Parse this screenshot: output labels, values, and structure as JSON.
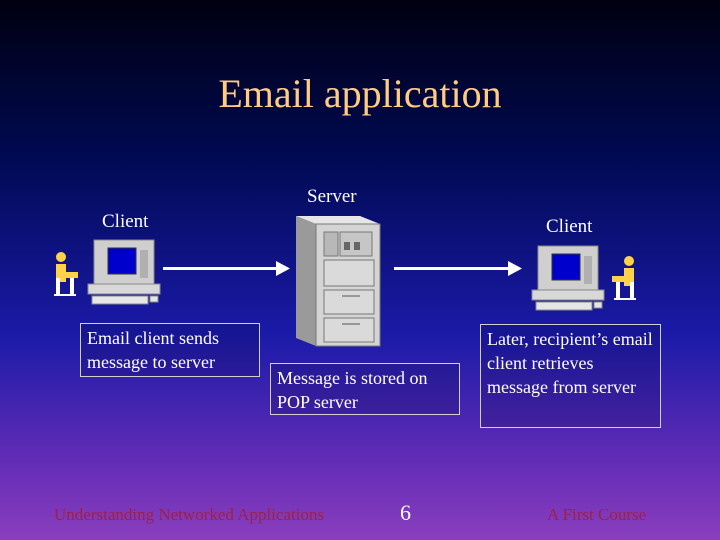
{
  "slide": {
    "title": "Email application",
    "labels": {
      "server": "Server",
      "client_left": "Client",
      "client_right": "Client"
    },
    "boxes": {
      "left": "Email client sends message to server",
      "middle": "Message is stored on POP server",
      "right": "Later, recipient’s email client retrieves message from  server"
    },
    "footer": {
      "left": "Understanding Networked Applications",
      "page": "6",
      "right": "A First Course"
    },
    "colors": {
      "title": "#ffcc80",
      "footer_side": "#a02040",
      "text": "#ffffff"
    }
  }
}
